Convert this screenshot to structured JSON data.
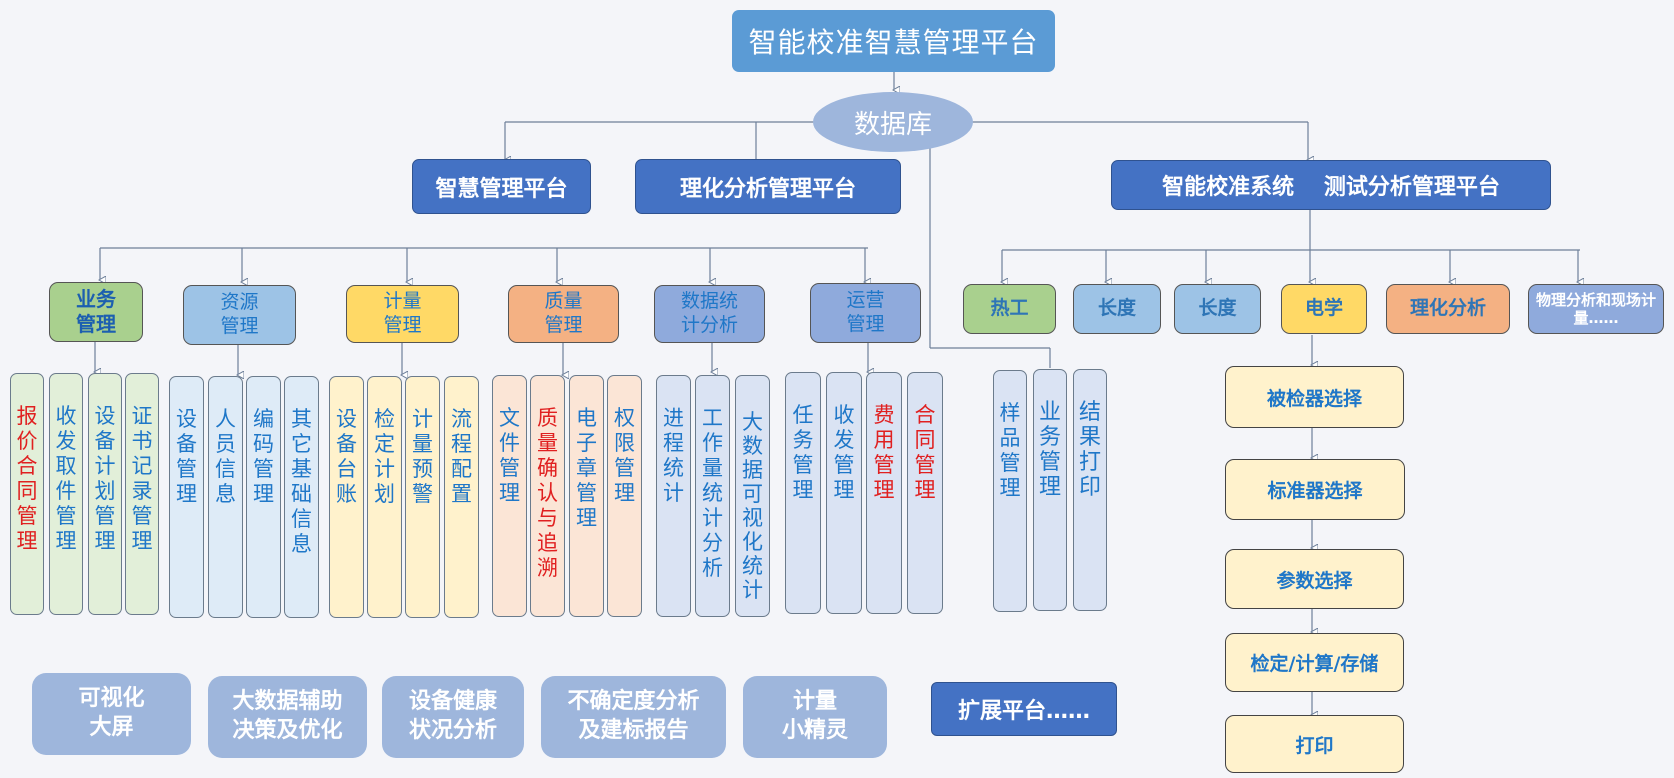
{
  "title": "智能校准智慧管理平台",
  "database": "数据库",
  "platforms": {
    "smart_mgmt": "智慧管理平台",
    "physchem": "理化分析管理平台",
    "calib_test": "智能校准系统　 测试分析管理平台"
  },
  "categories": [
    {
      "label": "业务\n管理",
      "items": [
        {
          "text": "报价合同管理",
          "red": true
        },
        {
          "text": "收发取件管理",
          "red": false
        },
        {
          "text": "设备计划管理",
          "red": false
        },
        {
          "text": "证书记录管理",
          "red": false
        }
      ]
    },
    {
      "label": "资源\n管理",
      "items": [
        {
          "text": "设备管理",
          "red": false
        },
        {
          "text": "人员信息",
          "red": false
        },
        {
          "text": "编码管理",
          "red": false
        },
        {
          "text": "其它基础信息",
          "red": false
        }
      ]
    },
    {
      "label": "计量\n管理",
      "items": [
        {
          "text": "设备台账",
          "red": false
        },
        {
          "text": "检定计划",
          "red": false
        },
        {
          "text": "计量预警",
          "red": false
        },
        {
          "text": "流程配置",
          "red": false
        }
      ]
    },
    {
      "label": "质量\n管理",
      "items": [
        {
          "text": "文件管理",
          "red": false
        },
        {
          "text": "质量确认与追溯",
          "red": true
        },
        {
          "text": "电子章管理",
          "red": false
        },
        {
          "text": "权限管理",
          "red": false
        }
      ]
    },
    {
      "label": "数据统\n计分析",
      "items": [
        {
          "text": "进程统计",
          "red": false
        },
        {
          "text": "工作量统计分析",
          "red": false
        },
        {
          "text": "大数据可视化统计",
          "red": false
        }
      ]
    },
    {
      "label": "运营\n管理",
      "items": [
        {
          "text": "任务管理",
          "red": false
        },
        {
          "text": "收发管理",
          "red": false
        },
        {
          "text": "费用管理",
          "red": true
        },
        {
          "text": "合同管理",
          "red": true
        }
      ]
    }
  ],
  "physchem_items": [
    "样品管理",
    "业务管理",
    "结果打印"
  ],
  "calib_categories": [
    "热工",
    "长度",
    "长度",
    "电学",
    "理化分析",
    "物理分析和现场计量……"
  ],
  "flow": [
    "被检器选择",
    "标准器选择",
    "参数选择",
    "检定/计算/存储",
    "打印"
  ],
  "bottom": [
    "可视化\n大屏",
    "大数据辅助\n决策及优化",
    "设备健康\n状况分析",
    "不确定度分析\n及建标报告",
    "计量\n小精灵"
  ],
  "extension": "扩展平台……"
}
